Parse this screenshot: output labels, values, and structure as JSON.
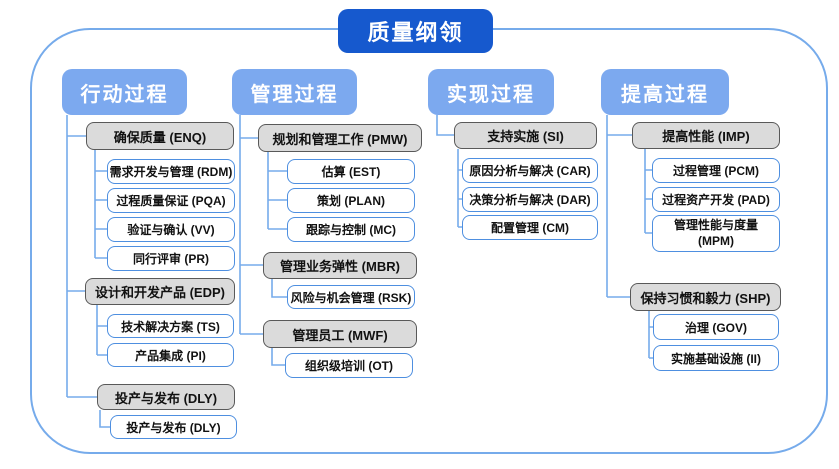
{
  "title": "质量纲领",
  "columns": [
    {
      "header": "行动过程",
      "groups": [
        {
          "label": "确保质量 (ENQ)",
          "children": [
            "需求开发与管理 (RDM)",
            "过程质量保证 (PQA)",
            "验证与确认 (VV)",
            "同行评审 (PR)"
          ]
        },
        {
          "label": "设计和开发产品 (EDP)",
          "children": [
            "技术解决方案 (TS)",
            "产品集成 (PI)"
          ]
        },
        {
          "label": "投产与发布 (DLY)",
          "children": [
            "投产与发布 (DLY)"
          ]
        }
      ]
    },
    {
      "header": "管理过程",
      "groups": [
        {
          "label": "规划和管理工作 (PMW)",
          "children": [
            "估算 (EST)",
            "策划 (PLAN)",
            "跟踪与控制 (MC)"
          ]
        },
        {
          "label": "管理业务弹性 (MBR)",
          "children": [
            "风险与机会管理 (RSK)"
          ]
        },
        {
          "label": "管理员工 (MWF)",
          "children": [
            "组织级培训 (OT)"
          ]
        }
      ]
    },
    {
      "header": "实现过程",
      "groups": [
        {
          "label": "支持实施 (SI)",
          "children": [
            "原因分析与解决 (CAR)",
            "决策分析与解决 (DAR)",
            "配置管理 (CM)"
          ]
        }
      ]
    },
    {
      "header": "提高过程",
      "groups": [
        {
          "label": "提高性能 (IMP)",
          "children": [
            "过程管理 (PCM)",
            "过程资产开发 (PAD)",
            "管理性能与度量 (MPM)"
          ]
        },
        {
          "label": "保持习惯和毅力 (SHP)",
          "children": [
            "治理 (GOV)",
            "实施基础设施 (II)"
          ]
        }
      ]
    }
  ],
  "colors": {
    "title_bg": "#1659CE",
    "header_bg": "#7CA9EF",
    "group_fill": "#DBDBDB",
    "group_border": "#595959",
    "child_border": "#4E8FE0",
    "connector": "#76ABEB"
  }
}
